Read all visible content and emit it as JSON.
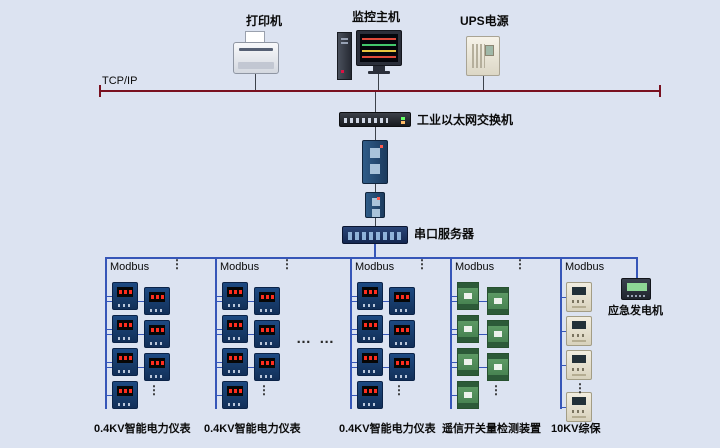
{
  "network": {
    "tcp_label": "TCP/IP",
    "switch_label": "工业以太网交换机",
    "serial_server_label": "串口服务器"
  },
  "top_devices": {
    "printer_label": "打印机",
    "monitor_label": "监控主机",
    "ups_label": "UPS电源"
  },
  "branches": [
    {
      "bus_label": "Modbus",
      "bottom_label": "0.4KV智能电力仪表"
    },
    {
      "bus_label": "Modbus",
      "bottom_label": "0.4KV智能电力仪表"
    },
    {
      "bus_label": "Modbus",
      "bottom_label": "0.4KV智能电力仪表"
    },
    {
      "bus_label": "Modbus",
      "bottom_label": "遥信开关量检测装置"
    },
    {
      "bus_label": "Modbus",
      "bottom_label": "10KV综保"
    }
  ],
  "generator_label": "应急发电机",
  "symbols": {
    "v_dots": "⋮",
    "h_dots": "… …"
  },
  "colors": {
    "background": "#dce3f1",
    "modbus_bus": "#3656b8",
    "tcp_bus": "#7a1120"
  }
}
